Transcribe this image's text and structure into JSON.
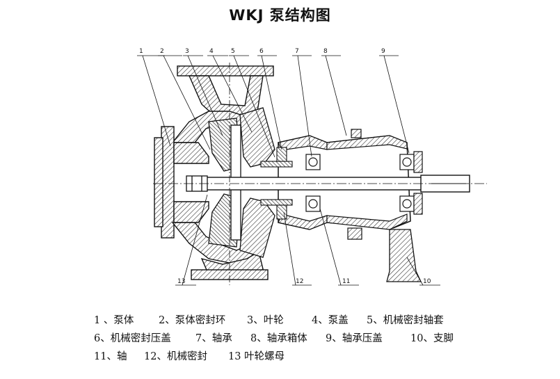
{
  "title": "WKJ 泵结构图",
  "callouts": [
    "1",
    "2",
    "3",
    "4",
    "5",
    "6",
    "7",
    "8",
    "9",
    "10",
    "11",
    "12",
    "13"
  ],
  "legend": [
    [
      "1 、泵体",
      "2、泵体密封环",
      "3、叶轮",
      "4、泵盖",
      "5、机械密封轴套"
    ],
    [
      "6、机械密封压盖",
      "7、轴承",
      "8、轴承箱体",
      "9、轴承压盖",
      "10、支脚"
    ],
    [
      "11、轴",
      "12、机械密封",
      "13 叶轮螺母"
    ]
  ]
}
